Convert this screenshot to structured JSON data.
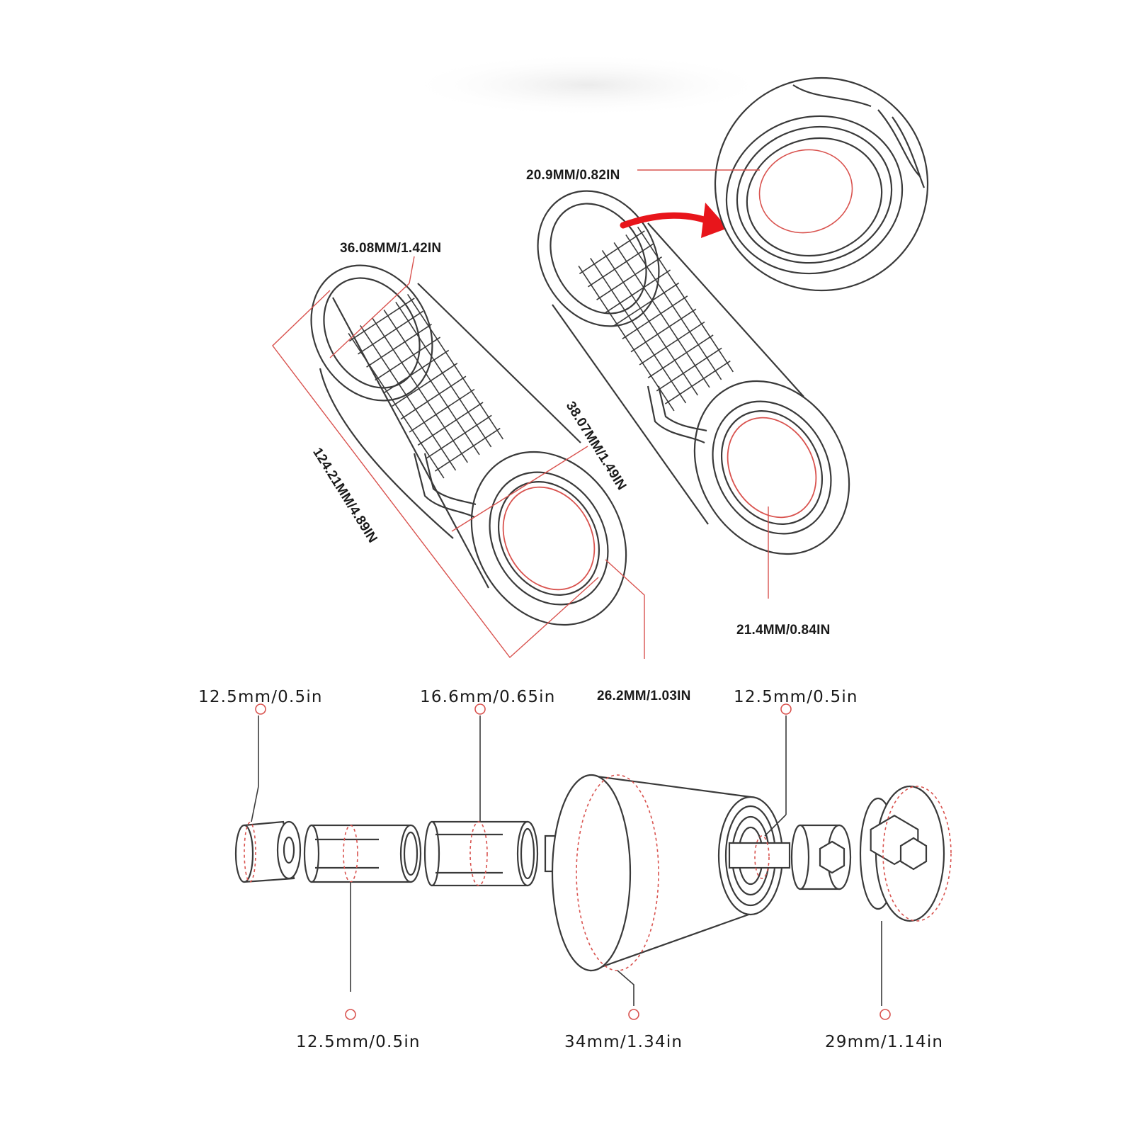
{
  "colors": {
    "outline": "#3a3a3a",
    "dimension": "#d9534f",
    "arrow": "#e8151b",
    "text": "#1a1a1a",
    "background": "#ffffff"
  },
  "dimensions": {
    "grip_outer_diameter": "36.08MM/1.42IN",
    "grip_length": "124.21MM/4.89IN",
    "grip_end_diameter": "38.07MM/1.49IN",
    "grip_bore": "26.2MM/1.03IN",
    "detail_inner_diameter": "20.9MM/0.82IN",
    "grip_inner_diameter": "21.4MM/0.84IN"
  },
  "parts": {
    "cone_insert_top": "12.5mm/0.5in",
    "sleeve_large_top": "16.6mm/0.65in",
    "bolt_top": "12.5mm/0.5in",
    "sleeve_small_bottom": "12.5mm/0.5in",
    "weight_bottom": "34mm/1.34in",
    "cap_bottom": "29mm/1.14in"
  }
}
